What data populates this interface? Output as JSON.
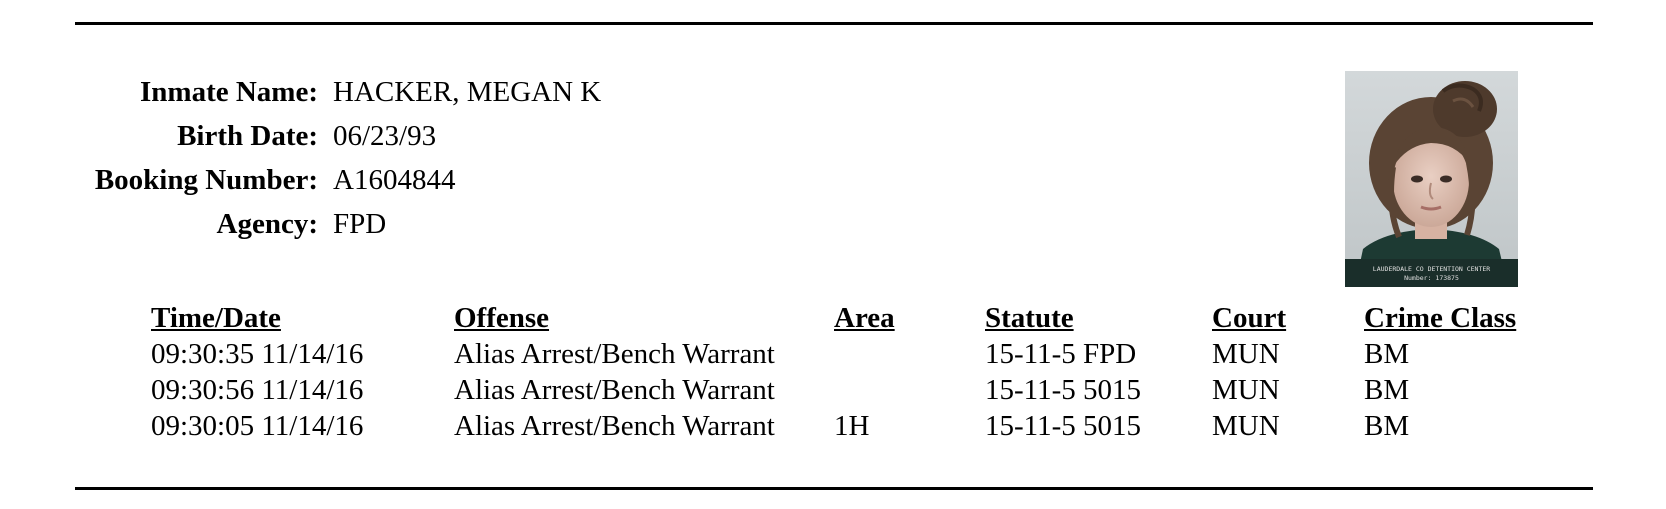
{
  "inmate": {
    "fields": [
      {
        "label": "Inmate Name:",
        "value": "HACKER, MEGAN K"
      },
      {
        "label": "Birth Date:",
        "value": "06/23/93"
      },
      {
        "label": "Booking Number:",
        "value": "A1604844"
      },
      {
        "label": "Agency:",
        "value": "FPD"
      }
    ],
    "photo_caption_line1": "LAUDERDALE CO DETENTION CENTER",
    "photo_caption_line2": "Number: 173875"
  },
  "charges": {
    "headers": [
      "Time/Date",
      "Offense",
      "Area",
      "Statute",
      "Court",
      "Crime Class"
    ],
    "rows": [
      [
        "09:30:35 11/14/16",
        "Alias Arrest/Bench Warrant",
        "",
        "15-11-5 FPD",
        "MUN",
        "BM"
      ],
      [
        "09:30:56 11/14/16",
        "Alias Arrest/Bench Warrant",
        "",
        "15-11-5 5015",
        "MUN",
        "BM"
      ],
      [
        "09:30:05 11/14/16",
        "Alias Arrest/Bench Warrant",
        "1H",
        "15-11-5 5015",
        "MUN",
        "BM"
      ]
    ]
  }
}
